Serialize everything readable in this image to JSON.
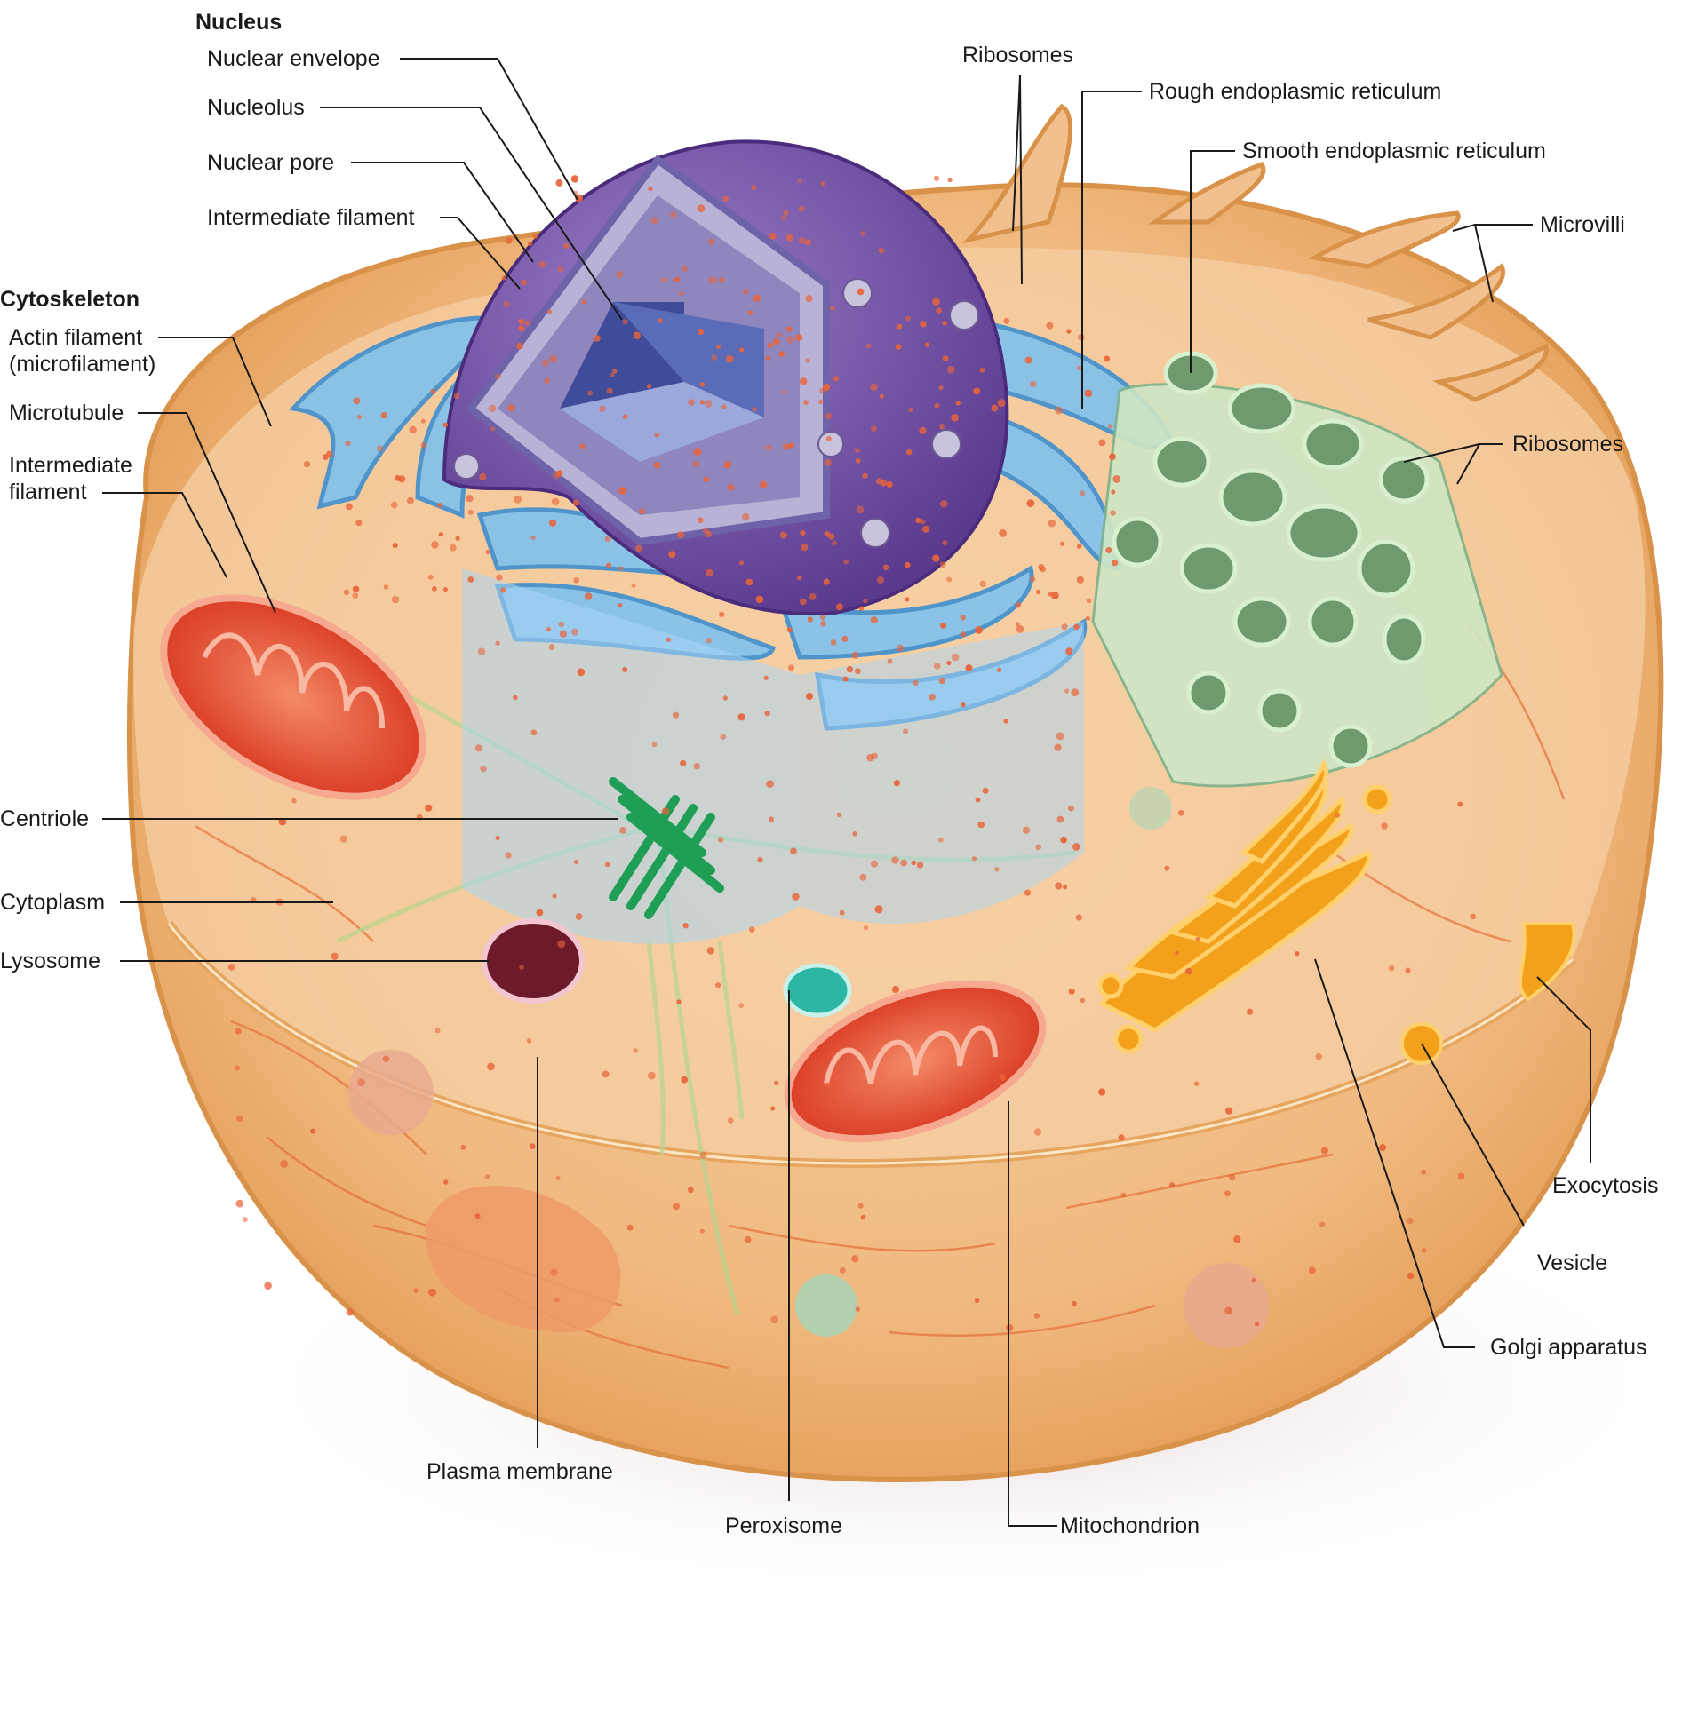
{
  "diagram": {
    "palette": {
      "cytoplasm": "#f2c08e",
      "membrane": "#e0a25c",
      "nucleus": "#7b55a8",
      "rough_er": "#4aa3e0",
      "smooth_er": "#6e9a6e",
      "golgi": "#f1a21e",
      "mitochondrion": "#e2462b",
      "lysosome": "#6d1a2b",
      "peroxisome": "#2bb7a3",
      "centriole": "#1f9e56",
      "ribosome": "#e8643a"
    },
    "headings": {
      "nucleus": "Nucleus",
      "cytoskeleton": "Cytoskeleton"
    },
    "labels": {
      "nuclear_envelope": "Nuclear envelope",
      "nucleolus": "Nucleolus",
      "nuclear_pore": "Nuclear pore",
      "intermediate_filament_nucleus": "Intermediate filament",
      "actin_filament": "Actin filament (microfilament)",
      "microtubule": "Microtubule",
      "intermediate_filament_cyto": "Intermediate filament",
      "centriole": "Centriole",
      "cytoplasm": "Cytoplasm",
      "lysosome": "Lysosome",
      "plasma_membrane": "Plasma membrane",
      "peroxisome": "Peroxisome",
      "mitochondrion": "Mitochondrion",
      "golgi_apparatus": "Golgi apparatus",
      "vesicle": "Vesicle",
      "exocytosis": "Exocytosis",
      "ribosomes_top": "Ribosomes",
      "rough_er": "Rough endoplasmic reticulum",
      "smooth_er": "Smooth endoplasmic reticulum",
      "microvilli": "Microvilli",
      "ribosomes_right": "Ribosomes"
    }
  }
}
